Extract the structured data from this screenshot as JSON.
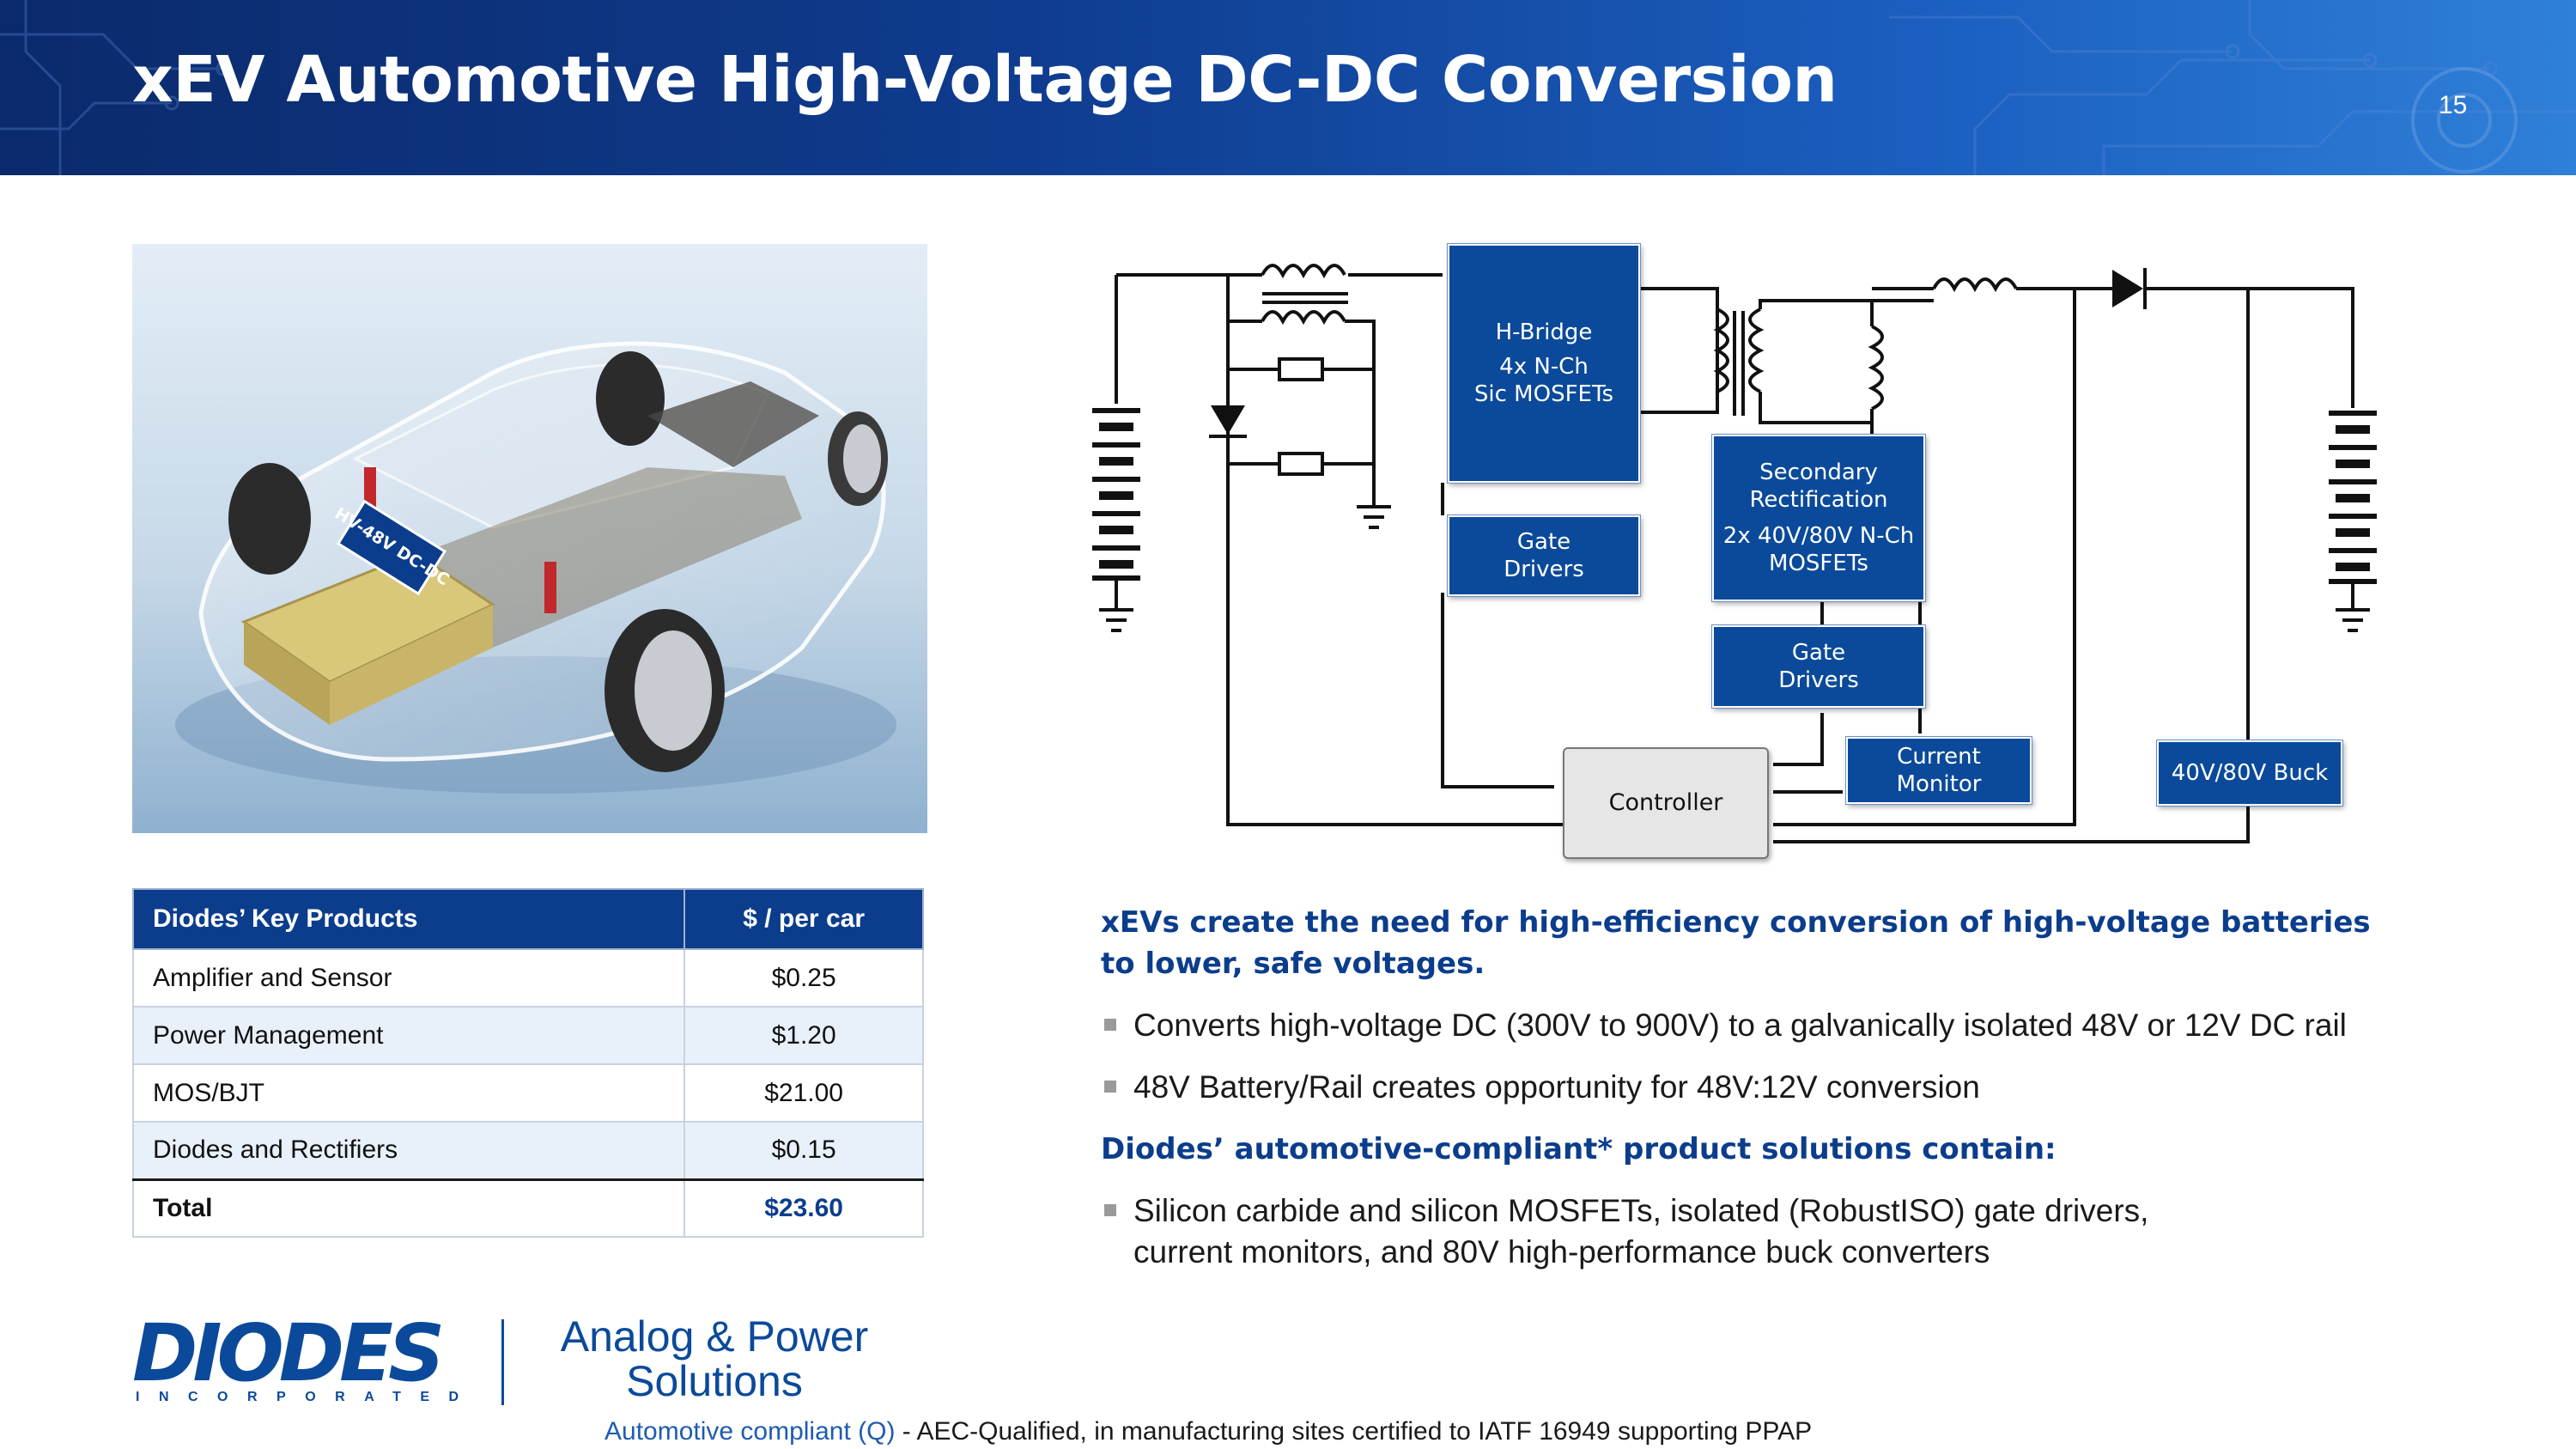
{
  "header": {
    "title": "xEV Automotive High-Voltage DC-DC Conversion",
    "page_number": "15"
  },
  "car": {
    "badge_text": "HV-48V DC-DC"
  },
  "table": {
    "headers": [
      "Diodes’ Key Products",
      "$ / per car"
    ],
    "rows": [
      {
        "product": "Amplifier and Sensor",
        "price": "$0.25"
      },
      {
        "product": "Power Management",
        "price": "$1.20"
      },
      {
        "product": "MOS/BJT",
        "price": "$21.00"
      },
      {
        "product": "Diodes and Rectifiers",
        "price": "$0.15"
      }
    ],
    "total": {
      "label": "Total",
      "price": "$23.60"
    }
  },
  "diagram": {
    "hbridge": {
      "line1": "H-Bridge",
      "line2": "4x N-Ch",
      "line3": "Sic MOSFETs"
    },
    "gate_drivers_1": {
      "line1": "Gate",
      "line2": "Drivers"
    },
    "secondary": {
      "line1": "Secondary",
      "line2": "Rectification",
      "line3": "2x 40V/80V N-Ch",
      "line4": "MOSFETs"
    },
    "gate_drivers_2": {
      "line1": "Gate",
      "line2": "Drivers"
    },
    "controller": "Controller",
    "current_monitor": {
      "line1": "Current",
      "line2": "Monitor"
    },
    "buck": "40V/80V Buck"
  },
  "text": {
    "heading1_line1": "xEVs create the need for high-efficiency conversion of high-voltage batteries",
    "heading1_line2": "to lower, safe voltages.",
    "bullet1": "Converts high-voltage DC (300V to 900V) to a galvanically isolated 48V or 12V DC rail",
    "bullet2": "48V Battery/Rail creates opportunity for 48V:12V conversion",
    "heading2": "Diodes’ automotive-compliant* product solutions contain:",
    "bullet3_line1": "Silicon carbide and silicon MOSFETs, isolated (RobustISO) gate drivers,",
    "bullet3_line2": "current monitors, and 80V high-performance buck converters"
  },
  "logo": {
    "word": "DIODES",
    "sub": "INCORPORATED",
    "tag_line1": "Analog & Power",
    "tag_line2": "Solutions"
  },
  "footnote": {
    "link": "Automotive compliant (Q)",
    "text": " - AEC-Qualified, in manufacturing sites certified to IATF 16949 supporting PPAP"
  },
  "colors": {
    "brand_blue": "#0b3d8c",
    "block_blue": "#0b4a9a",
    "row_alt": "#e8f0f9"
  }
}
